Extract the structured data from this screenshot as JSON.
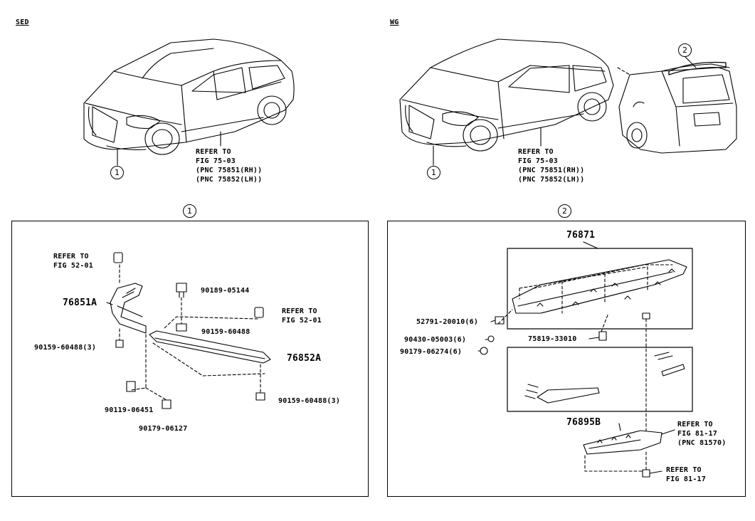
{
  "sections": {
    "sed_label": "SED",
    "wg_label": "WG"
  },
  "callouts": {
    "one": "1",
    "two": "2"
  },
  "sed_refer": [
    "REFER TO",
    "FIG 75-03",
    "(PNC 75851(RH))",
    "(PNC 75852(LH))"
  ],
  "wg_refer": [
    "REFER TO",
    "FIG 75-03",
    "(PNC 75851(RH))",
    "(PNC 75852(LH))"
  ],
  "panel_one": {
    "refer_top": [
      "REFER TO",
      "FIG 52-01"
    ],
    "refer_right": [
      "REFER TO",
      "FIG 52-01"
    ],
    "part_76851a": "76851A",
    "part_76852a": "76852A",
    "p_90189_05144": "90189-05144",
    "p_90159_60488": "90159-60488",
    "p_90159_60488_3_left": "90159-60488(3)",
    "p_90159_60488_3_right": "90159-60488(3)",
    "p_90119_06451": "90119-06451",
    "p_90179_06127": "90179-06127"
  },
  "panel_two": {
    "part_76871": "76871",
    "part_76895b": "76895B",
    "p_52791": "52791-20010(6)",
    "p_90430": "90430-05003(6)",
    "p_90179_06274": "90179-06274(6)",
    "p_75819": "75819-33010",
    "refer_a": [
      "REFER TO",
      "FIG 81-17",
      "(PNC 81570)"
    ],
    "refer_b": [
      "REFER TO",
      "FIG 81-17"
    ]
  }
}
